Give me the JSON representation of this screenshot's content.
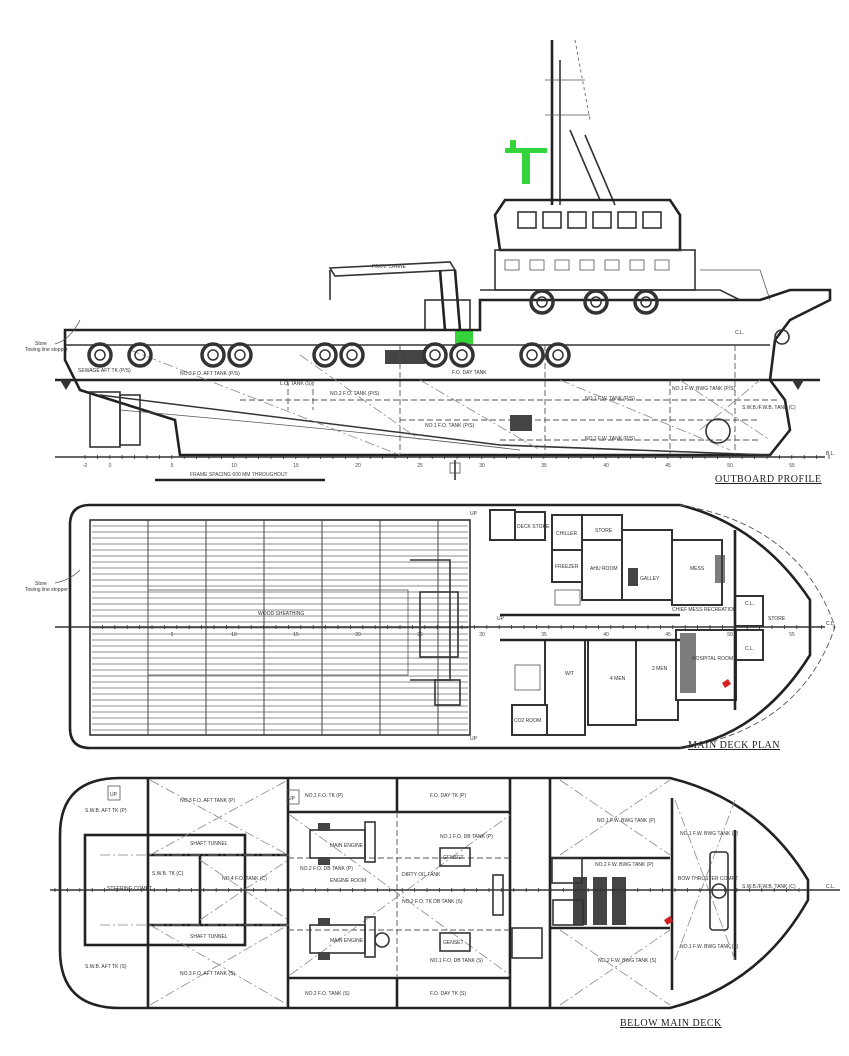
{
  "outboard_profile": {
    "title": "OUTBOARD PROFILE",
    "frame_spacing_note": "FRAME SPACING 600 MM THROUGHOUT",
    "baseline_label": "B.L.",
    "centerline_label": "C.L.",
    "stopper_label": [
      "Store",
      "Towing line stopper"
    ],
    "crane_label": "PROV. CRANE",
    "frame_ticks": [
      "-2",
      "0",
      "5",
      "10",
      "15",
      "20",
      "25",
      "30",
      "35",
      "40",
      "45",
      "50",
      "55"
    ],
    "tanks": [
      "SEWAGE AFT TK (P/S)",
      "NO.3 F.O. AFT TANK (P/S)",
      "L.O. TANK (S)",
      "NO.2 F.O. TANK (P/S)",
      "F.O. DAY TANK",
      "NO.1 F.O. TANK (P/S)",
      "NO.1 F.W. TANK (P/S)",
      "NO.2 F.W. TANK (P/S)",
      "NO.1 F.W. BWG TANK (P/S)",
      "S.W.B./F.W.B. TANK (C)"
    ],
    "accent_colors": {
      "green_equipment": "#35d43a",
      "red_equipment": "#d42020"
    }
  },
  "main_deck_plan": {
    "title": "MAIN DECK PLAN",
    "stopper_label": [
      "Store",
      "Towing line stopper"
    ],
    "deck_label": "WOOD SHEATHING",
    "rooms": [
      "DECK STORE",
      "CHILLER",
      "FREEZER",
      "STORE",
      "AHU ROOM",
      "GALLEY",
      "MESS",
      "CHIEF MESS RECREATION",
      "C.L.",
      "C.L.",
      "STORE",
      "HOSPITAL ROOM",
      "W/T",
      "4 MEN",
      "2 MEN",
      "CO2 ROOM",
      "UP",
      "UP",
      "UP"
    ],
    "centerline_label": "C.L.",
    "frame_ticks": [
      "5",
      "10",
      "15",
      "20",
      "25",
      "30",
      "35",
      "40",
      "45",
      "50",
      "55"
    ]
  },
  "below_main_deck": {
    "title": "BELOW MAIN DECK",
    "centerline_label": "C.L.",
    "rooms": [
      "S.W.B. AFT TK (P)",
      "S.W.B. AFT TK (S)",
      "STEERING COMPT",
      "NO.3 F.O. AFT TANK (P)",
      "NO.3 F.O. AFT TANK (S)",
      "SHAFT TUNNEL",
      "SHAFT TUNNEL",
      "S.W.B. TK (C)",
      "NO.4 F.O. TANK (C)",
      "NO.2 F.O. TK (P)",
      "F.O. DAY TK (P)",
      "MAIN ENGINE",
      "MAIN ENGINE",
      "NO.2 F.O. DB TANK (P)",
      "ENGINE ROOM",
      "DIRTY OIL TANK",
      "NO.2 F.O. TK DB TANK (S)",
      "NO.1 F.O. DB TANK (P)",
      "NO.1 F.O. DB TANK (S)",
      "GENSET",
      "GENSET",
      "NO.2 F.O. TANK (S)",
      "F.O. DAY TK (S)",
      "NO.1 F.W. BWG TANK (P)",
      "NO.2 F.W. BWG TANK (P)",
      "NO.1 F.W. BWG TANK (P)",
      "BOW THRUSTER COMPT",
      "S.W.B./F.W.B. TANK (C)",
      "NO.1 F.W. BWG TANK (S)",
      "NO.2 F.W. BWG TANK (S)",
      "UP",
      "UP"
    ]
  }
}
